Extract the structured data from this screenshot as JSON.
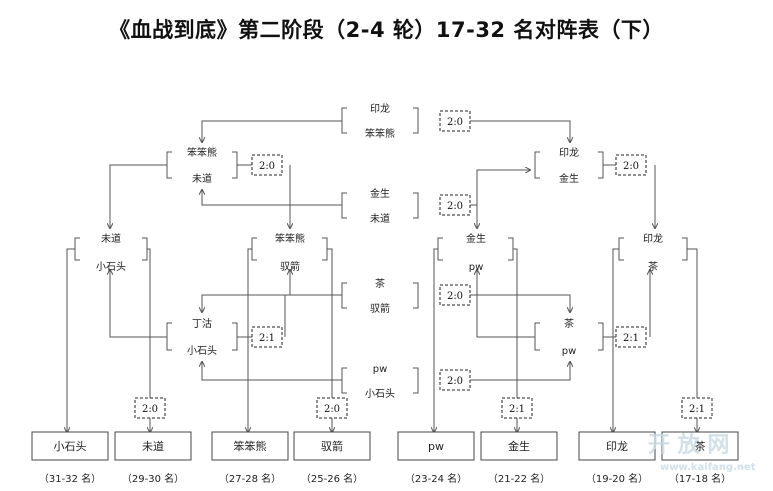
{
  "title": "《血战到底》第二阶段（2-4 轮）17-32 名对阵表（下）",
  "matches": [
    {
      "id": "m1",
      "top": "印龙",
      "bottom": "笨笨熊",
      "score": "2:0"
    },
    {
      "id": "m2",
      "top": "金生",
      "bottom": "未道",
      "score": "2:0"
    },
    {
      "id": "m3",
      "top": "茶",
      "bottom": "驭箭",
      "score": "2:0"
    },
    {
      "id": "m4",
      "top": "pw",
      "bottom": "小石头",
      "score": "2:0"
    },
    {
      "id": "l1",
      "top": "笨笨熊",
      "bottom": "未道",
      "score": "2:0"
    },
    {
      "id": "r1",
      "top": "印龙",
      "bottom": "金生",
      "score": "2:0"
    },
    {
      "id": "l2",
      "top": "丁沽",
      "bottom": "小石头",
      "score": "2:1"
    },
    {
      "id": "r2",
      "top": "茶",
      "bottom": "pw",
      "score": "2:1"
    },
    {
      "id": "f1",
      "top": "未道",
      "bottom": "小石头",
      "score": "2:0"
    },
    {
      "id": "f2",
      "top": "笨笨熊",
      "bottom": "驭箭",
      "score": "2:0"
    },
    {
      "id": "f3",
      "top": "金生",
      "bottom": "pw",
      "score": "2:1"
    },
    {
      "id": "f4",
      "top": "印龙",
      "bottom": "茶",
      "score": "2:1"
    }
  ],
  "results": [
    {
      "name": "小石头",
      "rank": "（31-32 名）"
    },
    {
      "name": "未道",
      "rank": "（29-30 名）"
    },
    {
      "name": "笨笨熊",
      "rank": "（27-28 名）"
    },
    {
      "name": "驭箭",
      "rank": "（25-26 名）"
    },
    {
      "name": "pw",
      "rank": "（23-24 名）"
    },
    {
      "name": "金生",
      "rank": "（21-22 名）"
    },
    {
      "name": "印龙",
      "rank": "（19-20 名）"
    },
    {
      "name": "茶",
      "rank": "（17-18 名）"
    }
  ],
  "watermark": {
    "main": "开 放 网",
    "sub": "www.kaifang.net"
  }
}
